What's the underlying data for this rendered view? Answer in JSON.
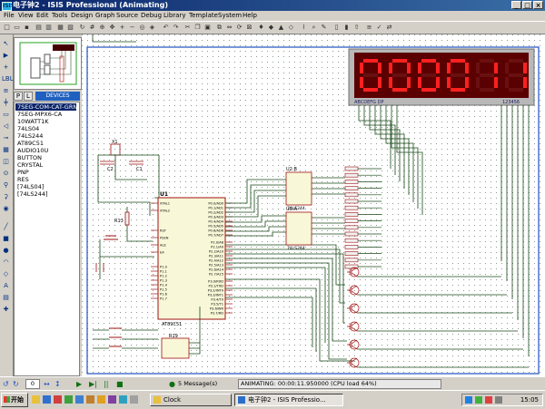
{
  "window": {
    "title": "电子钟2 - ISIS Professional (Animating)",
    "app_icon": "ISIS"
  },
  "menu": [
    "File",
    "View",
    "Edit",
    "Tools",
    "Design",
    "Graph",
    "Source",
    "Debug",
    "Library",
    "Template",
    "System",
    "Help"
  ],
  "panel": {
    "pick_label": "P",
    "lib_label": "L",
    "devices_header": "DEVICES",
    "devices": [
      "7SEG-COM-CAT-GRN",
      "7SEG-MPX6-CA",
      "10WATT1K",
      "74LS04",
      "74LS244",
      "AT89C51",
      "AUDIO10U",
      "BUTTON",
      "CRYSTAL",
      "PNP",
      "RES",
      "[74LS04]",
      "[74LS244]"
    ],
    "selected_index": 0
  },
  "display": {
    "digits": "000011",
    "left_label": "ABCDEFG DP",
    "right_label": "123456",
    "digit_color": "#ff2020",
    "bg_color": "#5a0000"
  },
  "schematic": {
    "u1_label": "U1",
    "u1_part": "AT89C51",
    "u2_label": "U2:B",
    "u2_part": "74LS244",
    "u3_label": "U3:A",
    "u3_part": "74LS244",
    "x1_label": "X1",
    "c1_label": "C1",
    "c2_label": "C2",
    "r13_label": "R13",
    "r19_label": "R19",
    "u1_left_pins": [
      "XTAL1",
      "XTAL2",
      "RST",
      "PSEN",
      "ALE",
      "EA",
      "P1.0",
      "P1.1",
      "P1.2",
      "P1.3",
      "P1.4",
      "P1.5",
      "P1.6",
      "P1.7"
    ],
    "u1_right_pins": [
      "P0.0/AD0",
      "P0.1/AD1",
      "P0.2/AD2",
      "P0.3/AD3",
      "P0.4/AD4",
      "P0.5/AD5",
      "P0.6/AD6",
      "P0.7/AD7",
      "P2.0/A8",
      "P2.1/A9",
      "P2.2/A10",
      "P2.3/A11",
      "P2.4/A12",
      "P2.5/A13",
      "P2.6/A14",
      "P2.7/A15",
      "P3.0/RXD",
      "P3.1/TXD",
      "P3.2/INT0",
      "P3.3/INT1",
      "P3.4/T0",
      "P3.5/T1",
      "P3.6/WR",
      "P3.7/RD"
    ]
  },
  "status": {
    "rotation": "0",
    "message": "5 Message(s)",
    "animating": "ANIMATING: 00:00:11.950000 (CPU load 64%)"
  },
  "taskbar": {
    "start": "开始",
    "tasks": [
      {
        "label": "Clock",
        "active": false
      },
      {
        "label": "电子钟2 - ISIS Professio...",
        "active": true
      }
    ],
    "clock": "15:05"
  },
  "colors": {
    "titlebar": "#0a246a",
    "canvas_bg": "#ffffff",
    "wire": "#1a4a1a",
    "component": "#a01010",
    "chip_fill": "#f8f8d8"
  }
}
